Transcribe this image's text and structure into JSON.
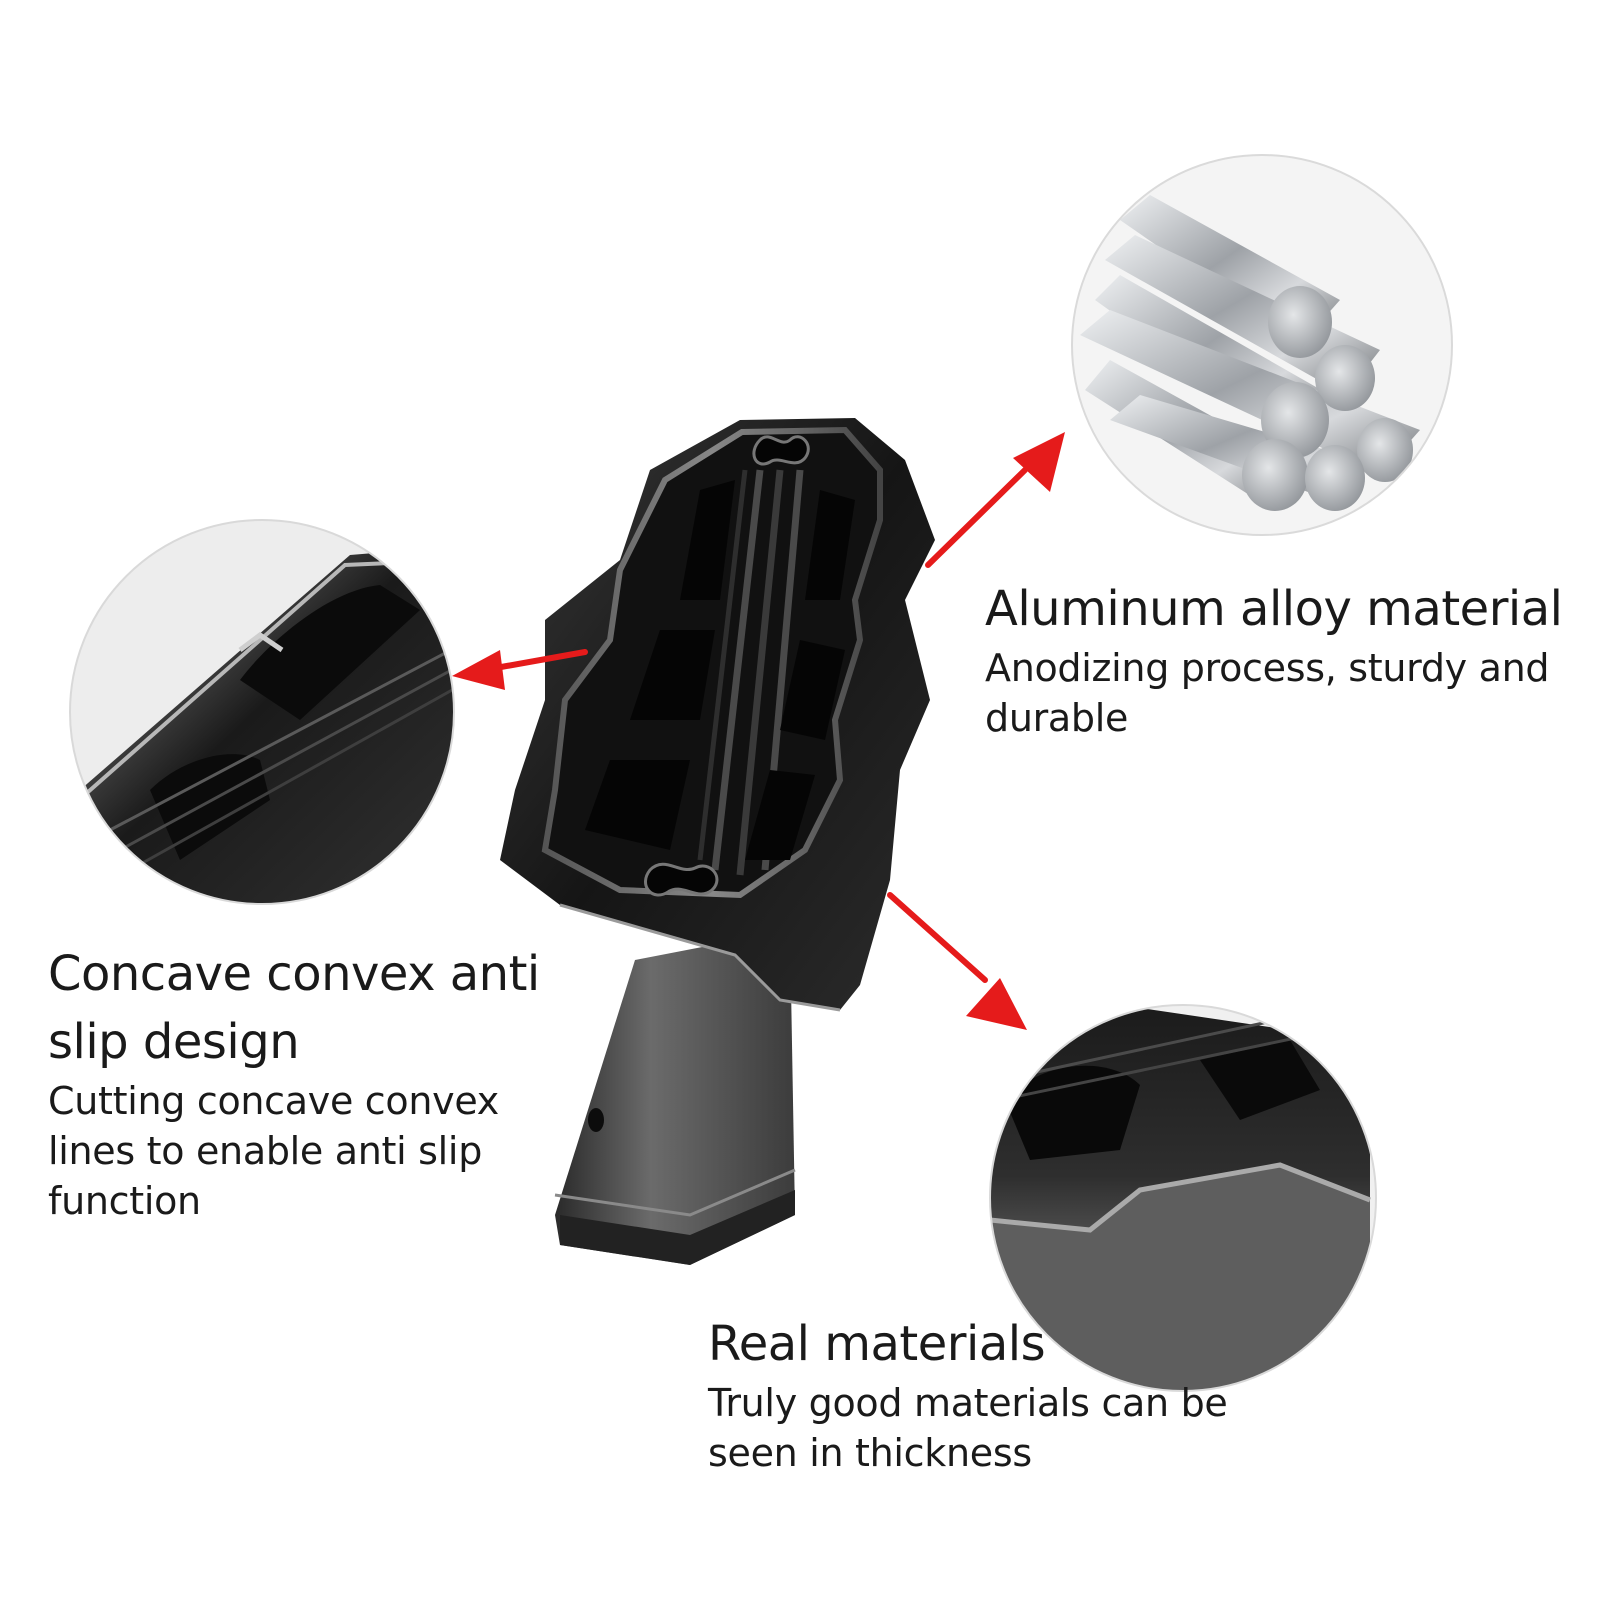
{
  "features": {
    "aluminum": {
      "title": "Aluminum alloy material",
      "description": "Anodizing process, sturdy and durable"
    },
    "anti_slip": {
      "title": "Concave convex anti slip design",
      "description": "Cutting concave convex lines to enable anti slip function"
    },
    "real_materials": {
      "title": "Real materials",
      "description": "Truly good materials can be seen in thickness"
    }
  },
  "colors": {
    "arrow": "#e51b1b",
    "text": "#1a1a1a",
    "product": "#1c1c1c",
    "metal": "#b9bcc0"
  }
}
